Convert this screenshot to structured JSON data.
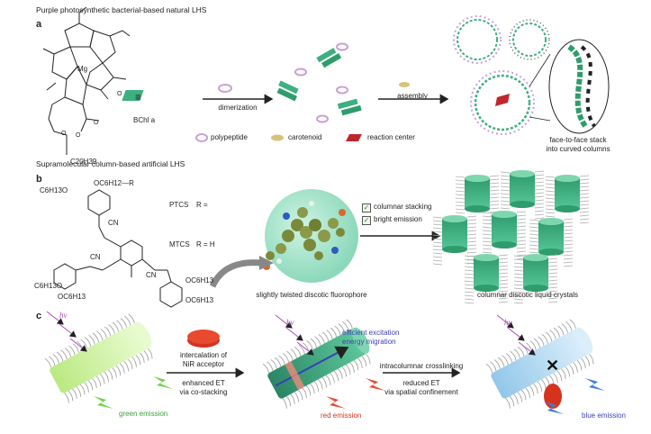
{
  "headers": {
    "a_title": "Purple photosynthetic bacterial-based natural LHS",
    "b_title": "Supramolecular column-based artificial LHS"
  },
  "panels": {
    "a": "a",
    "b": "b",
    "c": "c"
  },
  "panel_a": {
    "equiv": "≡",
    "bchl": "BChl a",
    "mg": "Mg",
    "dimerization": "dimerization",
    "assembly": "assembly",
    "legend": {
      "polypeptide": "polypeptide",
      "carotenoid": "carotenoid",
      "reaction_center": "reaction center"
    },
    "stack_1": "face-to-face stack",
    "stack_2": "into curved columns",
    "alkyl": "C20H39"
  },
  "panel_b": {
    "side_chain": "OC6H12—R",
    "ptcs": "PTCS",
    "mtcs": "MTCS",
    "r_ptcs": "R =",
    "r_mtcs": "R = H",
    "cn": "CN",
    "oc6": "OC6H13",
    "c6o": "C6H13O",
    "check_1": "columnar stacking",
    "check_2": "bright emission",
    "fluorophore": "slightly twisted discotic fluorophore",
    "crystals": "columnar discotic liquid crystals"
  },
  "panel_c": {
    "hv": "hv",
    "intercalation_1": "intercalation of",
    "intercalation_2": "NiR acceptor",
    "enhanced_1": "enhanced ET",
    "enhanced_2": "via co-stacking",
    "efficient_1": "efficient excitation",
    "efficient_2": "energy migration",
    "crosslinking": "intracolumnar crosslinking",
    "reduced_1": "reduced ET",
    "reduced_2": "via spatial confinement",
    "green": "green emission",
    "red": "red emission",
    "blue": "blue emission"
  },
  "colors": {
    "bchl_green": "#3db07f",
    "polypeptide": "#c9a0d6",
    "carotenoid": "#d8c27a",
    "reaction_center": "#c0272d",
    "green_emission": "#3aa53a",
    "red_emission": "#d6331e",
    "blue_emission": "#3b3fb5",
    "hv": "#b24ac0"
  }
}
